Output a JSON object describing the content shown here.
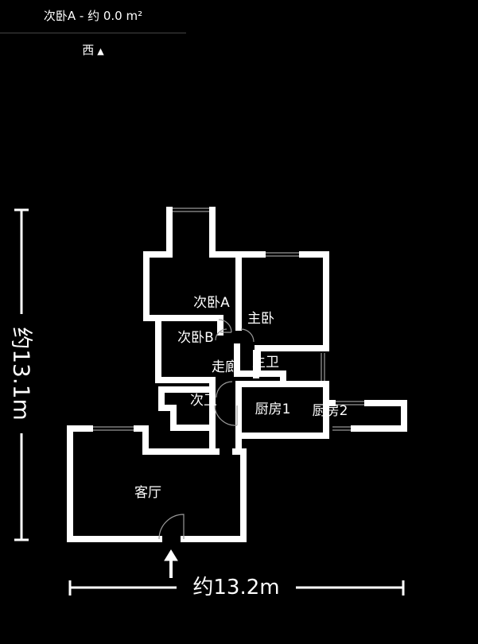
{
  "header": {
    "room_title": "次卧A - 约 0.0 m²",
    "orientation_label": "西",
    "orientation_arrow": "▲"
  },
  "dimensions": {
    "vertical_label": "约13.1m",
    "horizontal_label": "约13.2m"
  },
  "rooms": [
    {
      "id": "bedroom-a",
      "label": "次卧A"
    },
    {
      "id": "master-bedroom",
      "label": "主卧"
    },
    {
      "id": "bedroom-b",
      "label": "次卧B"
    },
    {
      "id": "master-hall",
      "label": "走廊"
    },
    {
      "id": "master-bath",
      "label": "主卫"
    },
    {
      "id": "second-bath",
      "label": "次卫"
    },
    {
      "id": "kitchen-1",
      "label": "厨房1"
    },
    {
      "id": "kitchen-2",
      "label": "厨房2"
    },
    {
      "id": "living-room",
      "label": "客厅"
    }
  ],
  "colors": {
    "background": "#000000",
    "walls": "#ffffff",
    "windows": "#bbbbbb",
    "doors": "#999999"
  }
}
